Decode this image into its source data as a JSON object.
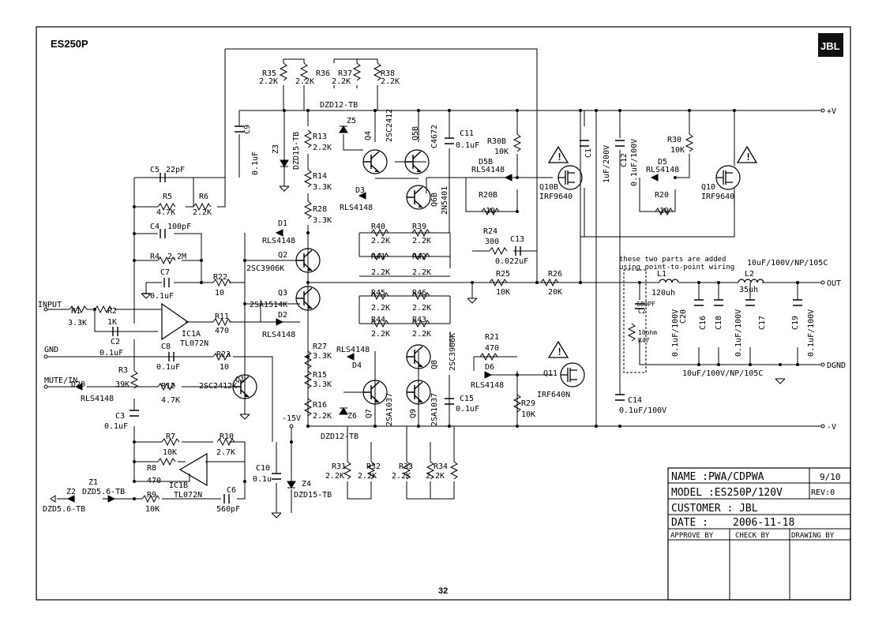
{
  "header": {
    "model_heading": "ES250P",
    "logo_text": "JBL",
    "page_number": "32"
  },
  "title_block": {
    "name_label": "NAME :PWA/CDPWA",
    "sheet": "9/10",
    "model_label": "MODEL :ES250P/120V",
    "rev": "REV:0",
    "customer_label": "CUSTOMER : JBL",
    "date_label": "DATE :",
    "date_value": "2006-11-18",
    "approve_by": "APPROVE BY",
    "check_by": "CHECK BY",
    "drawing_by": "DRAWING BY"
  },
  "ports": {
    "input": "INPUT",
    "gnd": "GND",
    "mute_in": "MUTE/IN",
    "plus_v": "+V",
    "minus_v": "-V",
    "out": "OUT",
    "dgnd": "DGND",
    "minus15v": "-15V"
  },
  "notes": {
    "added_parts_1": "these two parts are added",
    "added_parts_2": "using point-to-point wiring",
    "cap_top": "10uF/100V/NP/105C",
    "cap_bottom": "10uF/100V/NP/105C"
  },
  "components": {
    "R35": [
      "R35",
      "2.2K"
    ],
    "R36": [
      "R36",
      "2.2K"
    ],
    "R37": [
      "R37",
      "2.2K"
    ],
    "R38": [
      "R38",
      "2.2K"
    ],
    "Z_top": "DZD12-TB",
    "C9": [
      "C9",
      "0.1uF"
    ],
    "Z3": [
      "Z3",
      "DZD15-TB"
    ],
    "Z5": "Z5",
    "R13": [
      "R13",
      "2.2K"
    ],
    "R14": [
      "R14",
      "3.3K"
    ],
    "R28": [
      "R28",
      "3.3K"
    ],
    "Q4": [
      "Q4",
      "2SC2412"
    ],
    "Q5B": [
      "Q5B",
      "C4672"
    ],
    "Q6B": [
      "Q6B",
      "2N5401"
    ],
    "D3": [
      "D3",
      "RLS4148"
    ],
    "C11": [
      "C11",
      "0.1uF"
    ],
    "R30B": [
      "R30B",
      "10K"
    ],
    "D5B": [
      "D5B",
      "RLS4148"
    ],
    "R20B": [
      "R20B",
      "10"
    ],
    "Q10B": [
      "Q10B",
      "IRF9640"
    ],
    "C1": [
      "C1",
      "1uF/200V"
    ],
    "C12": [
      "C12",
      "0.1uF/100V"
    ],
    "R30": [
      "R30",
      "10K"
    ],
    "D5": [
      "D5",
      "RLS4148"
    ],
    "R20": [
      "R20",
      "10"
    ],
    "Q10": [
      "Q10",
      "IRF9640"
    ],
    "C5": [
      "C5",
      "22pF"
    ],
    "R5": [
      "R5",
      "4.7K"
    ],
    "R6": [
      "R6",
      "2.2K"
    ],
    "C4": [
      "C4",
      "100pF"
    ],
    "R4": [
      "R4",
      "2.2M"
    ],
    "C7": [
      "C7",
      "0.1uF"
    ],
    "R22": [
      "R22",
      "10"
    ],
    "D1": [
      "D1",
      "RLS4148"
    ],
    "Q2": [
      "Q2",
      "2SC3906K"
    ],
    "Q3": [
      "Q3",
      "2SA1514K"
    ],
    "D2": [
      "D2",
      "RLS4148"
    ],
    "R11": [
      "R11",
      "470"
    ],
    "R40": [
      "R40",
      "2.2K"
    ],
    "R39": [
      "R39",
      "2.2K"
    ],
    "R41": [
      "R41",
      "2.2K"
    ],
    "R42": [
      "R42",
      "2.2K"
    ],
    "R45": [
      "R45",
      "2.2K"
    ],
    "R46": [
      "R46",
      "2.2K"
    ],
    "R44": [
      "R44",
      "2.2K"
    ],
    "R43": [
      "R43",
      "2.2K"
    ],
    "R24": [
      "R24",
      "300"
    ],
    "C13": [
      "C13",
      "0.022uF"
    ],
    "R25": [
      "R25",
      "10K"
    ],
    "R26": [
      "R26",
      "20K"
    ],
    "L1": [
      "L1",
      "120uh"
    ],
    "L2": [
      "L2",
      "35uh"
    ],
    "C2b": [
      "C2",
      "680PF"
    ],
    "R47": [
      "R47",
      "10ohm"
    ],
    "C20": [
      "C20",
      "0.1uF/100V"
    ],
    "C16": "C16",
    "C18": "C18",
    "C17": "C17",
    "C19": [
      "C19",
      "0.1uF/100V"
    ],
    "C18v": "0.1uF/100V",
    "R1": [
      "R1",
      "3.3K"
    ],
    "R2": [
      "R2",
      "1K"
    ],
    "C2": [
      "C2",
      "0.1uF"
    ],
    "IC1A": [
      "IC1A",
      "TL072N"
    ],
    "C8": [
      "C8",
      "0.1uF"
    ],
    "R23": [
      "R23",
      "10"
    ],
    "R3": [
      "R3",
      "39K"
    ],
    "D20": [
      "D20",
      "RLS4148"
    ],
    "R12": [
      "R12",
      "4.7K"
    ],
    "Q1": [
      "Q1",
      "2SC2412K"
    ],
    "C3": [
      "C3",
      "0.1uF"
    ],
    "R27": [
      "R27",
      "3.3K"
    ],
    "R15": [
      "R15",
      "3.3K"
    ],
    "R16": [
      "R16",
      "2.2K"
    ],
    "Z6": "Z6",
    "D4": [
      "D4",
      "RLS4148"
    ],
    "Q8": [
      "Q8",
      "2SC3906K"
    ],
    "Q7": [
      "Q7",
      "2SA1037"
    ],
    "Q9": [
      "Q9",
      "2SA1037"
    ],
    "R21": [
      "R21",
      "470"
    ],
    "D6": [
      "D6",
      "RLS4148"
    ],
    "Q11": [
      "Q11",
      "IRF640N"
    ],
    "R29": [
      "R29",
      "10K"
    ],
    "C15": [
      "C15",
      "0.1uF"
    ],
    "C14": [
      "C14",
      "0.1uF/100V"
    ],
    "Z_bot": "DZD12-TB",
    "R31": [
      "R31",
      "2.2K"
    ],
    "R32": [
      "R32",
      "2.2K"
    ],
    "R33": [
      "R33",
      "2.2K"
    ],
    "R34": [
      "R34",
      "2.2K"
    ],
    "C10": [
      "C10",
      "0.1u"
    ],
    "Z4": [
      "Z4",
      "DZD15-TB"
    ],
    "R7": [
      "R7",
      "10K"
    ],
    "R10": [
      "R10",
      "2.7K"
    ],
    "R8": [
      "R8",
      "470"
    ],
    "R9": [
      "R9",
      "10K"
    ],
    "IC1B": [
      "IC1B",
      "TL072N"
    ],
    "C6": [
      "C6",
      "560pF"
    ],
    "Z1": [
      "Z1",
      "DZD5.6-TB"
    ],
    "Z2": [
      "Z2",
      "DZD5.6-TB"
    ]
  }
}
